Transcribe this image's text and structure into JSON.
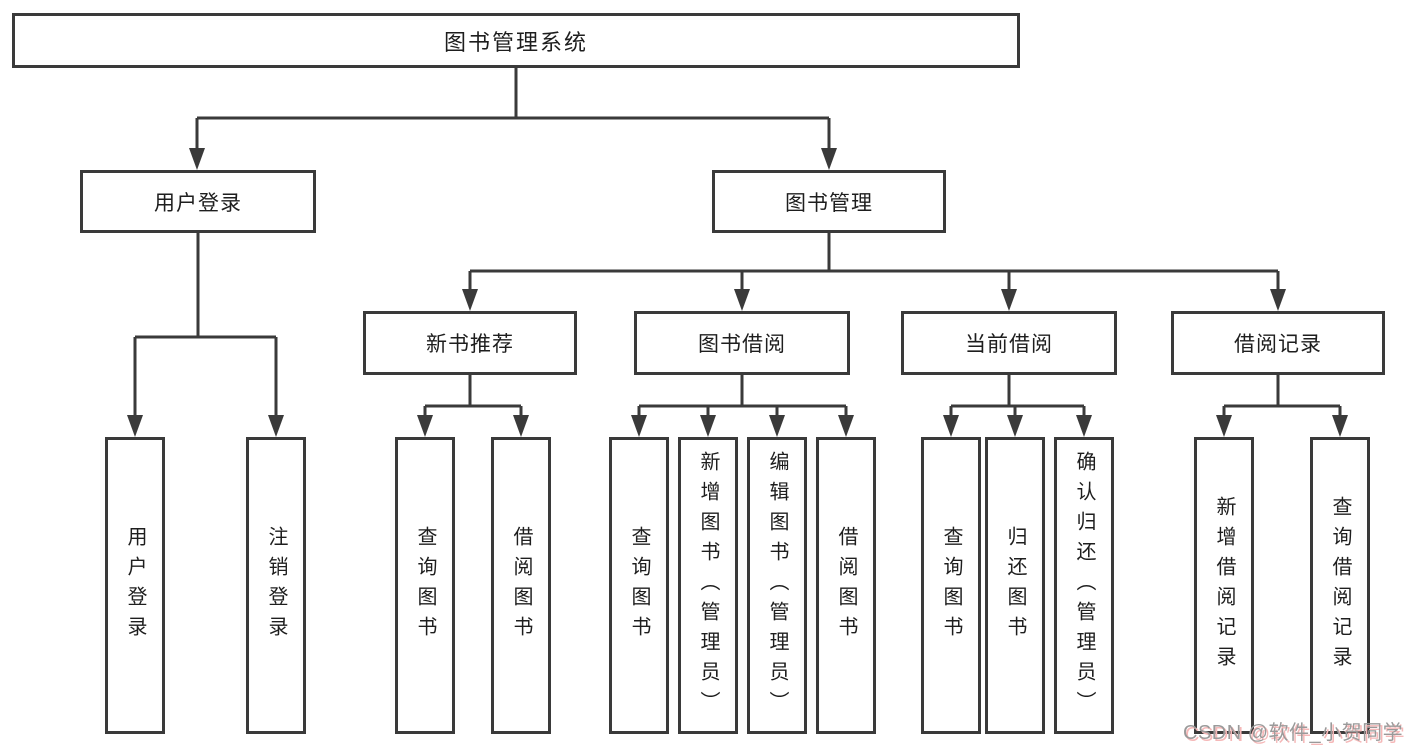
{
  "tree": {
    "label": "图书管理系统",
    "children": [
      {
        "label": "用户登录",
        "children": [
          {
            "label": "用户登录"
          },
          {
            "label": "注销登录"
          }
        ]
      },
      {
        "label": "图书管理",
        "children": [
          {
            "label": "新书推荐",
            "children": [
              {
                "label": "查询图书"
              },
              {
                "label": "借阅图书"
              }
            ]
          },
          {
            "label": "图书借阅",
            "children": [
              {
                "label": "查询图书"
              },
              {
                "label": "新增图书（管理员）"
              },
              {
                "label": "编辑图书（管理员）"
              },
              {
                "label": "借阅图书"
              }
            ]
          },
          {
            "label": "当前借阅",
            "children": [
              {
                "label": "查询图书"
              },
              {
                "label": "归还图书"
              },
              {
                "label": "确认归还（管理员）"
              }
            ]
          },
          {
            "label": "借阅记录",
            "children": [
              {
                "label": "新增借阅记录"
              },
              {
                "label": "查询借阅记录"
              }
            ]
          }
        ]
      }
    ]
  },
  "watermark": {
    "text": "CSDN @软件_小贺同学"
  },
  "colors": {
    "background": "#ffffff",
    "box_border": "#3a3a3a",
    "connector_line": "#3a3a3a",
    "text": "#1e1e1e",
    "watermark_text": "#9a9a9a",
    "watermark_shadow": "#f5b8b8"
  }
}
